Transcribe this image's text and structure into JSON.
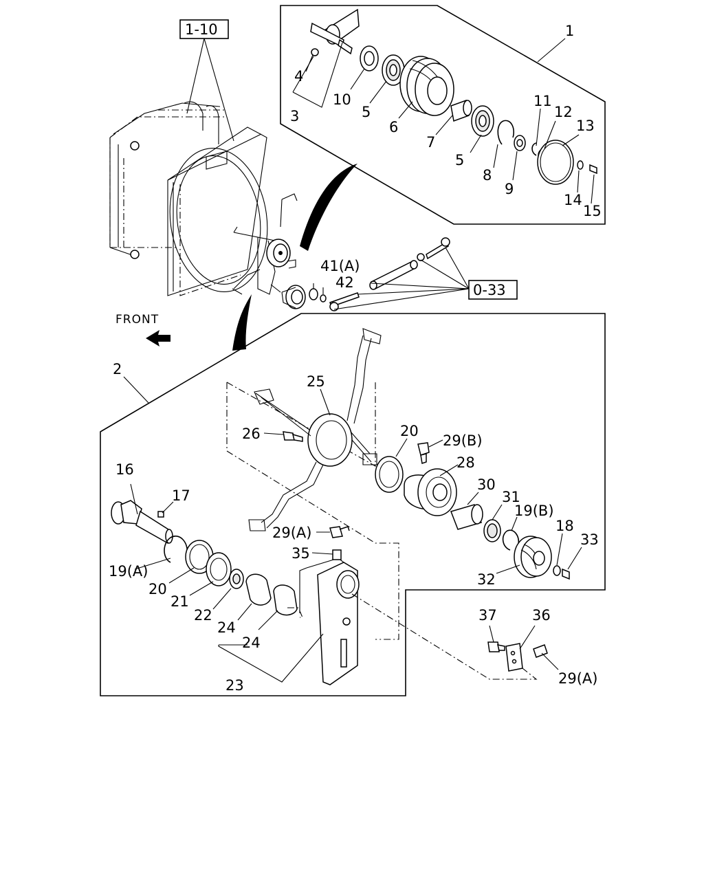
{
  "header": {
    "ref_box_top": "1-10",
    "ref_box_mid": "0-33",
    "front_label": "FRONT"
  },
  "group1": {
    "callouts": [
      "1",
      "3",
      "4",
      "10",
      "5",
      "6",
      "7",
      "5",
      "8",
      "9",
      "11",
      "12",
      "13",
      "14",
      "15"
    ]
  },
  "middle": {
    "callouts": [
      "41(A)",
      "42"
    ]
  },
  "group2": {
    "callouts": [
      "2",
      "25",
      "26",
      "20",
      "29(B)",
      "28",
      "30",
      "31",
      "19(B)",
      "18",
      "33",
      "32",
      "16",
      "17",
      "29(A)",
      "35",
      "19(A)",
      "20",
      "21",
      "22",
      "24",
      "24",
      "23",
      "37",
      "36",
      "29(A)"
    ]
  },
  "icons": {
    "front_arrow": "arrow-left-icon"
  }
}
